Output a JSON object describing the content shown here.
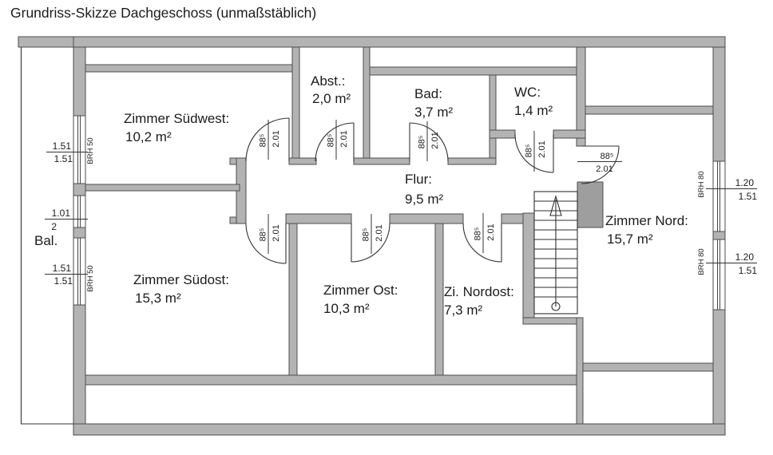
{
  "title": "Grundriss-Skizze Dachgeschoss (unmaßstäblich)",
  "balcony_label": "Bal.",
  "rooms": [
    {
      "name": "Zimmer Südwest:",
      "area": "10,2 m²"
    },
    {
      "name": "Abst.:",
      "area": "2,0 m²"
    },
    {
      "name": "Bad:",
      "area": "3,7 m²"
    },
    {
      "name": "WC:",
      "area": "1,4 m²"
    },
    {
      "name": "Flur:",
      "area": "9,5 m²"
    },
    {
      "name": "Zimmer Südost:",
      "area": "15,3 m²"
    },
    {
      "name": "Zimmer Ost:",
      "area": "10,3 m²"
    },
    {
      "name": "Zi. Nordost:",
      "area": "7,3 m²"
    },
    {
      "name": "Zimmer Nord:",
      "area": "15,7 m²"
    }
  ],
  "doors": [
    {
      "room": "Zimmer Südwest",
      "width": "88⁵",
      "height": "2.01"
    },
    {
      "room": "Abstellraum",
      "width": "88⁵",
      "height": "2.01"
    },
    {
      "room": "Bad",
      "width": "88⁵",
      "height": "2.01"
    },
    {
      "room": "WC",
      "width": "88⁵",
      "height": "2.01"
    },
    {
      "room": "Zimmer Nord",
      "width": "88⁵",
      "height": "2.01"
    },
    {
      "room": "Zimmer Südost",
      "width": "88⁵",
      "height": "2.01"
    },
    {
      "room": "Zimmer Ost",
      "width": "88⁵",
      "height": "2.01"
    },
    {
      "room": "Zi. Nordost",
      "width": "88⁵",
      "height": "2.01"
    }
  ],
  "windows": [
    {
      "side": "left",
      "dim_top": "1.51",
      "dim_bottom": "1.51",
      "sill": "BRH 50"
    },
    {
      "side": "left",
      "dim_top": "1.01",
      "dim_bottom": "2",
      "sill": ""
    },
    {
      "side": "left",
      "dim_top": "1.51",
      "dim_bottom": "1.51",
      "sill": "BRH 50"
    },
    {
      "side": "right",
      "dim_top": "1.20",
      "dim_bottom": "1.51",
      "sill": "BRH 80"
    },
    {
      "side": "right",
      "dim_top": "1.20",
      "dim_bottom": "1.51",
      "sill": "BRH 80"
    }
  ],
  "colors": {
    "wall": "#b3b3b3",
    "block": "#9e9e9e",
    "outline": "#4d4d4d",
    "line": "#333333",
    "text": "#1c1c1c"
  }
}
